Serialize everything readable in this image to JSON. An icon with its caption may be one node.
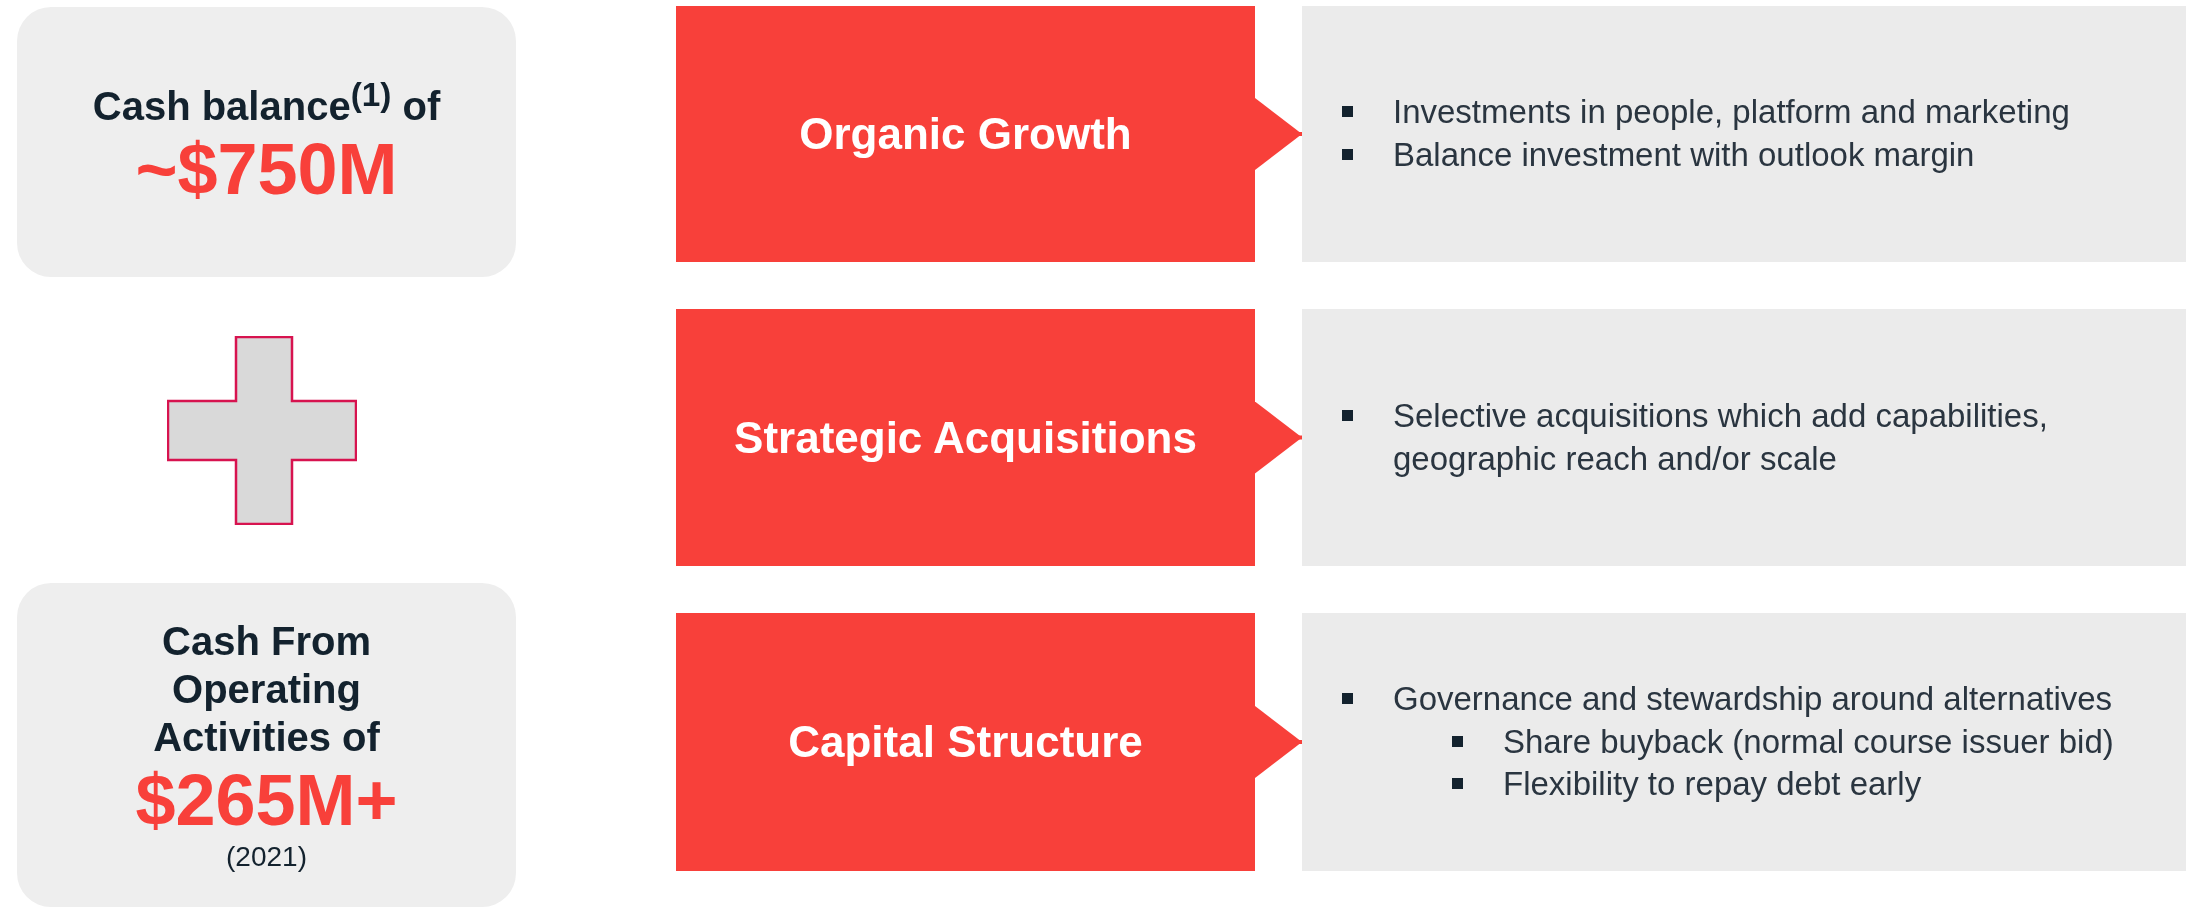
{
  "diagram": {
    "nodes": [
      {
        "text": [
          "Cash balance$^{(1)}$ of",
          "~$750M"
        ]
      },
      {
        "text": [],
        "shape": "plus"
      },
      {
        "text": [
          "Cash From Operating Activities of",
          "$265M+",
          "(2021)"
        ]
      },
      {
        "text": [
          "Organic Growth"
        ]
      },
      {
        "text": [
          "Investments in people, platform and marketing",
          "Balance investment with outlook margin"
        ]
      },
      {
        "text": [
          "Strategic Acquisitions"
        ]
      },
      {
        "text": [
          "Selective acquisitions which add capabilities, geographic reach and/or scale"
        ]
      },
      {
        "text": [
          "Capital Structure"
        ]
      },
      {
        "text": [
          "Governance and stewardship around alternatives",
          "Share buyback (normal course issuer bid)",
          "Flexibility to repay debt early"
        ]
      }
    ],
    "edges": [
      {
        "from": 3,
        "to": 4,
        "arrow": "to"
      },
      {
        "from": 5,
        "to": 6,
        "arrow": "to"
      },
      {
        "from": 7,
        "to": 8,
        "arrow": "to"
      }
    ]
  }
}
